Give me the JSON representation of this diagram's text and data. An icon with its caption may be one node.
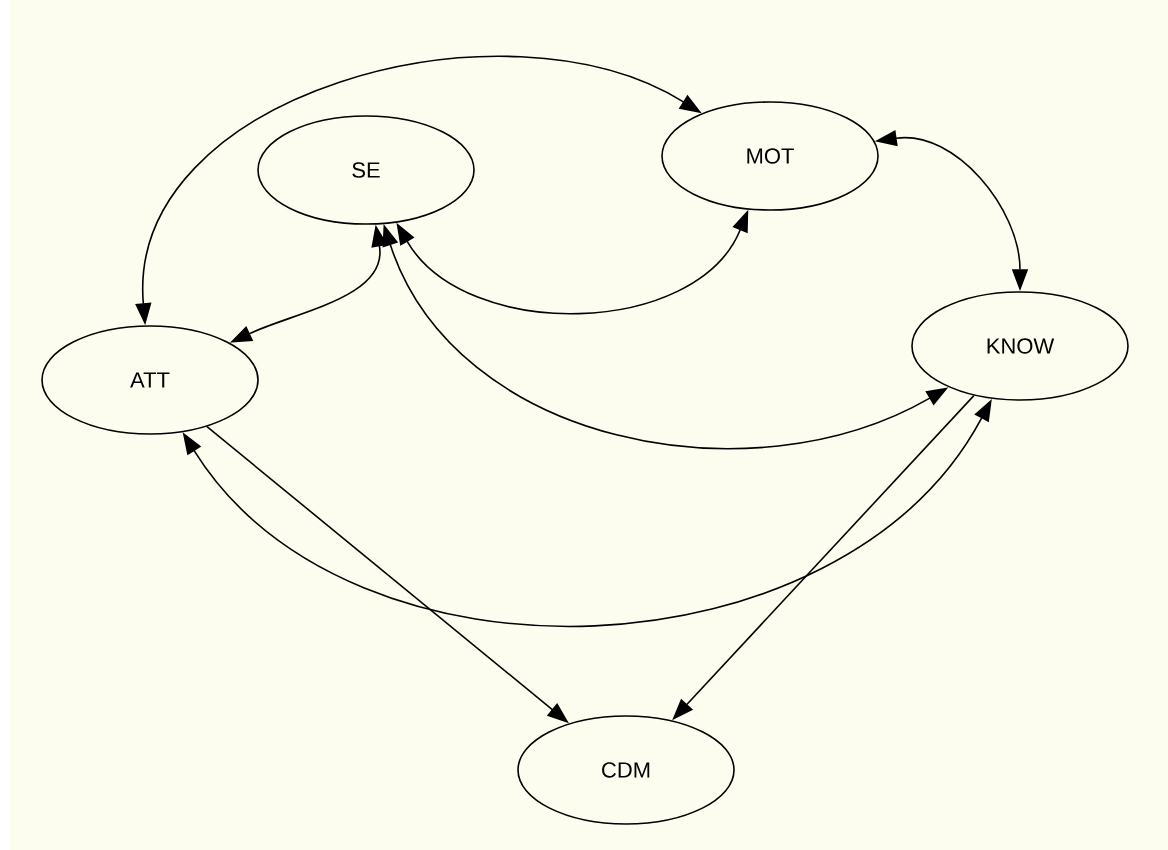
{
  "diagram": {
    "nodes": [
      {
        "text": [
          "SE"
        ]
      },
      {
        "text": [
          "MOT"
        ]
      },
      {
        "text": [
          "ATT"
        ]
      },
      {
        "text": [
          "KNOW"
        ]
      },
      {
        "text": [
          "CDM"
        ]
      }
    ],
    "edges": [
      {
        "from": 2,
        "to": 1,
        "arrow": "both"
      },
      {
        "from": 2,
        "to": 0,
        "arrow": "both"
      },
      {
        "from": 0,
        "to": 1,
        "arrow": "both"
      },
      {
        "from": 0,
        "to": 3,
        "arrow": "both"
      },
      {
        "from": 1,
        "to": 3,
        "arrow": "both"
      },
      {
        "from": 2,
        "to": 3,
        "arrow": "both"
      },
      {
        "from": 2,
        "to": 4,
        "arrow": "to"
      },
      {
        "from": 3,
        "to": 4,
        "arrow": "to"
      }
    ]
  }
}
